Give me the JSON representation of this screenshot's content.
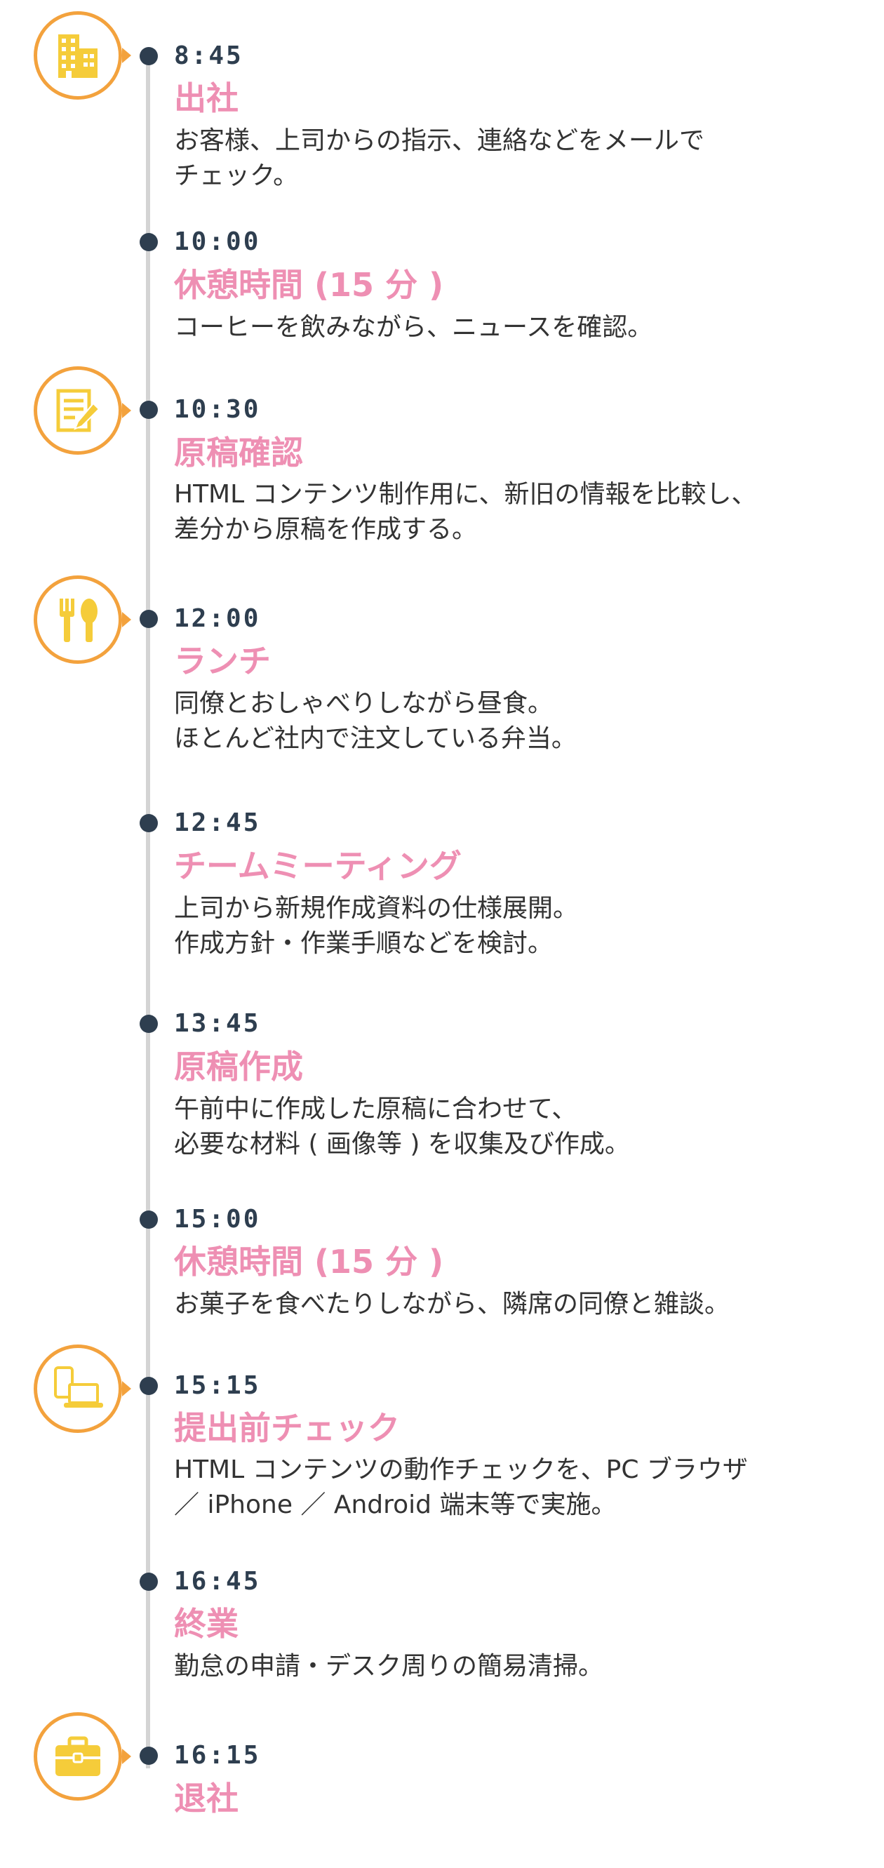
{
  "colors": {
    "time": "#2e3e4f",
    "title": "#ee8fb3",
    "description": "#333333",
    "icon_ring": "#f3a23d",
    "icon_fill": "#f5cc3a",
    "timeline": "#d4d4d4"
  },
  "schedule": [
    {
      "time": "8:45",
      "title": "出社",
      "description": "お客様、上司からの指示、連絡などをメールで\nチェック。",
      "icon": "office-building-icon"
    },
    {
      "time": "10:00",
      "title": "休憩時間 (15 分 )",
      "description": "コーヒーを飲みながら、ニュースを確認。"
    },
    {
      "time": "10:30",
      "title": "原稿確認",
      "description": "HTML コンテンツ制作用に、新旧の情報を比較し、\n差分から原稿を作成する。",
      "icon": "document-edit-icon"
    },
    {
      "time": "12:00",
      "title": "ランチ",
      "description": "同僚とおしゃべりしながら昼食。\nほとんど社内で注文している弁当。",
      "icon": "fork-spoon-icon"
    },
    {
      "time": "12:45",
      "title": "チームミーティング",
      "description": "上司から新規作成資料の仕様展開。\n作成方針・作業手順などを検討。"
    },
    {
      "time": "13:45",
      "title": "原稿作成",
      "description": "午前中に作成した原稿に合わせて、\n必要な材料 ( 画像等 ) を収集及び作成。"
    },
    {
      "time": "15:00",
      "title": "休憩時間 (15 分 )",
      "description": "お菓子を食べたりしながら、隣席の同僚と雑談。"
    },
    {
      "time": "15:15",
      "title": "提出前チェック",
      "description": "HTML コンテンツの動作チェックを、PC ブラウザ\n／ iPhone ／ Android 端末等で実施。",
      "icon": "devices-icon"
    },
    {
      "time": "16:45",
      "title": "終業",
      "description": "勤怠の申請・デスク周りの簡易清掃。"
    },
    {
      "time": "16:15",
      "title": "退社",
      "description": "",
      "icon": "briefcase-icon"
    }
  ]
}
